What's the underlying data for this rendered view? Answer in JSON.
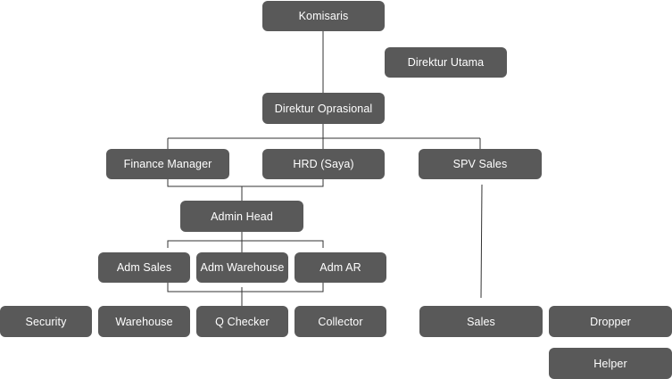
{
  "org": {
    "komisaris": "Komisaris",
    "direktur_utama": "Direktur Utama",
    "direktur_oprasional": "Direktur Oprasional",
    "finance_manager": "Finance Manager",
    "hrd": "HRD (Saya)",
    "spv_sales": "SPV Sales",
    "admin_head": "Admin Head",
    "adm_sales": "Adm Sales",
    "adm_warehouse": "Adm Warehouse",
    "adm_ar": "Adm AR",
    "security": "Security",
    "warehouse": "Warehouse",
    "q_checker": "Q Checker",
    "collector": "Collector",
    "sales": "Sales",
    "dropper": "Dropper",
    "helper": "Helper"
  },
  "colors": {
    "node_fill": "#595959",
    "node_text": "#ffffff",
    "connector": "#333333"
  }
}
